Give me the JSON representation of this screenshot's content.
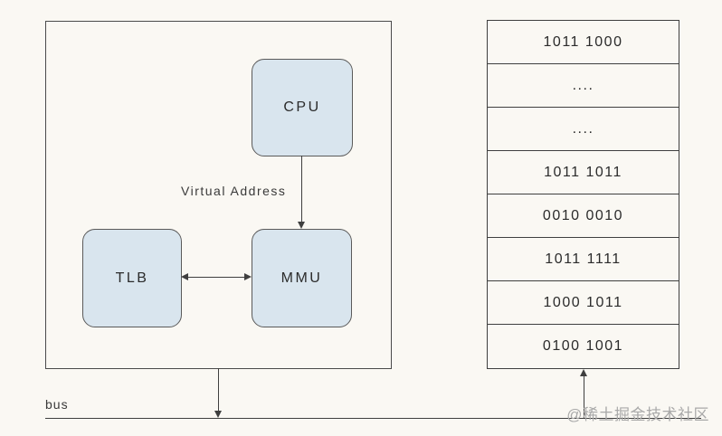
{
  "diagram": {
    "cpu_label": "CPU",
    "tlb_label": "TLB",
    "mmu_label": "MMU",
    "virtual_address_label": "Virtual Address",
    "bus_label": "bus"
  },
  "memory_table": {
    "rows": [
      "1011 1000",
      "....",
      "....",
      "1011 1011",
      "0010 0010",
      "1011 1111",
      "1000 1011",
      "0100 1001"
    ]
  },
  "watermark": {
    "text": "@稀土掘金技术社区"
  },
  "colors": {
    "background": "#faf8f3",
    "node_fill": "#d9e5ee",
    "line": "#3f3f3f",
    "watermark": "#a9a9a9"
  }
}
